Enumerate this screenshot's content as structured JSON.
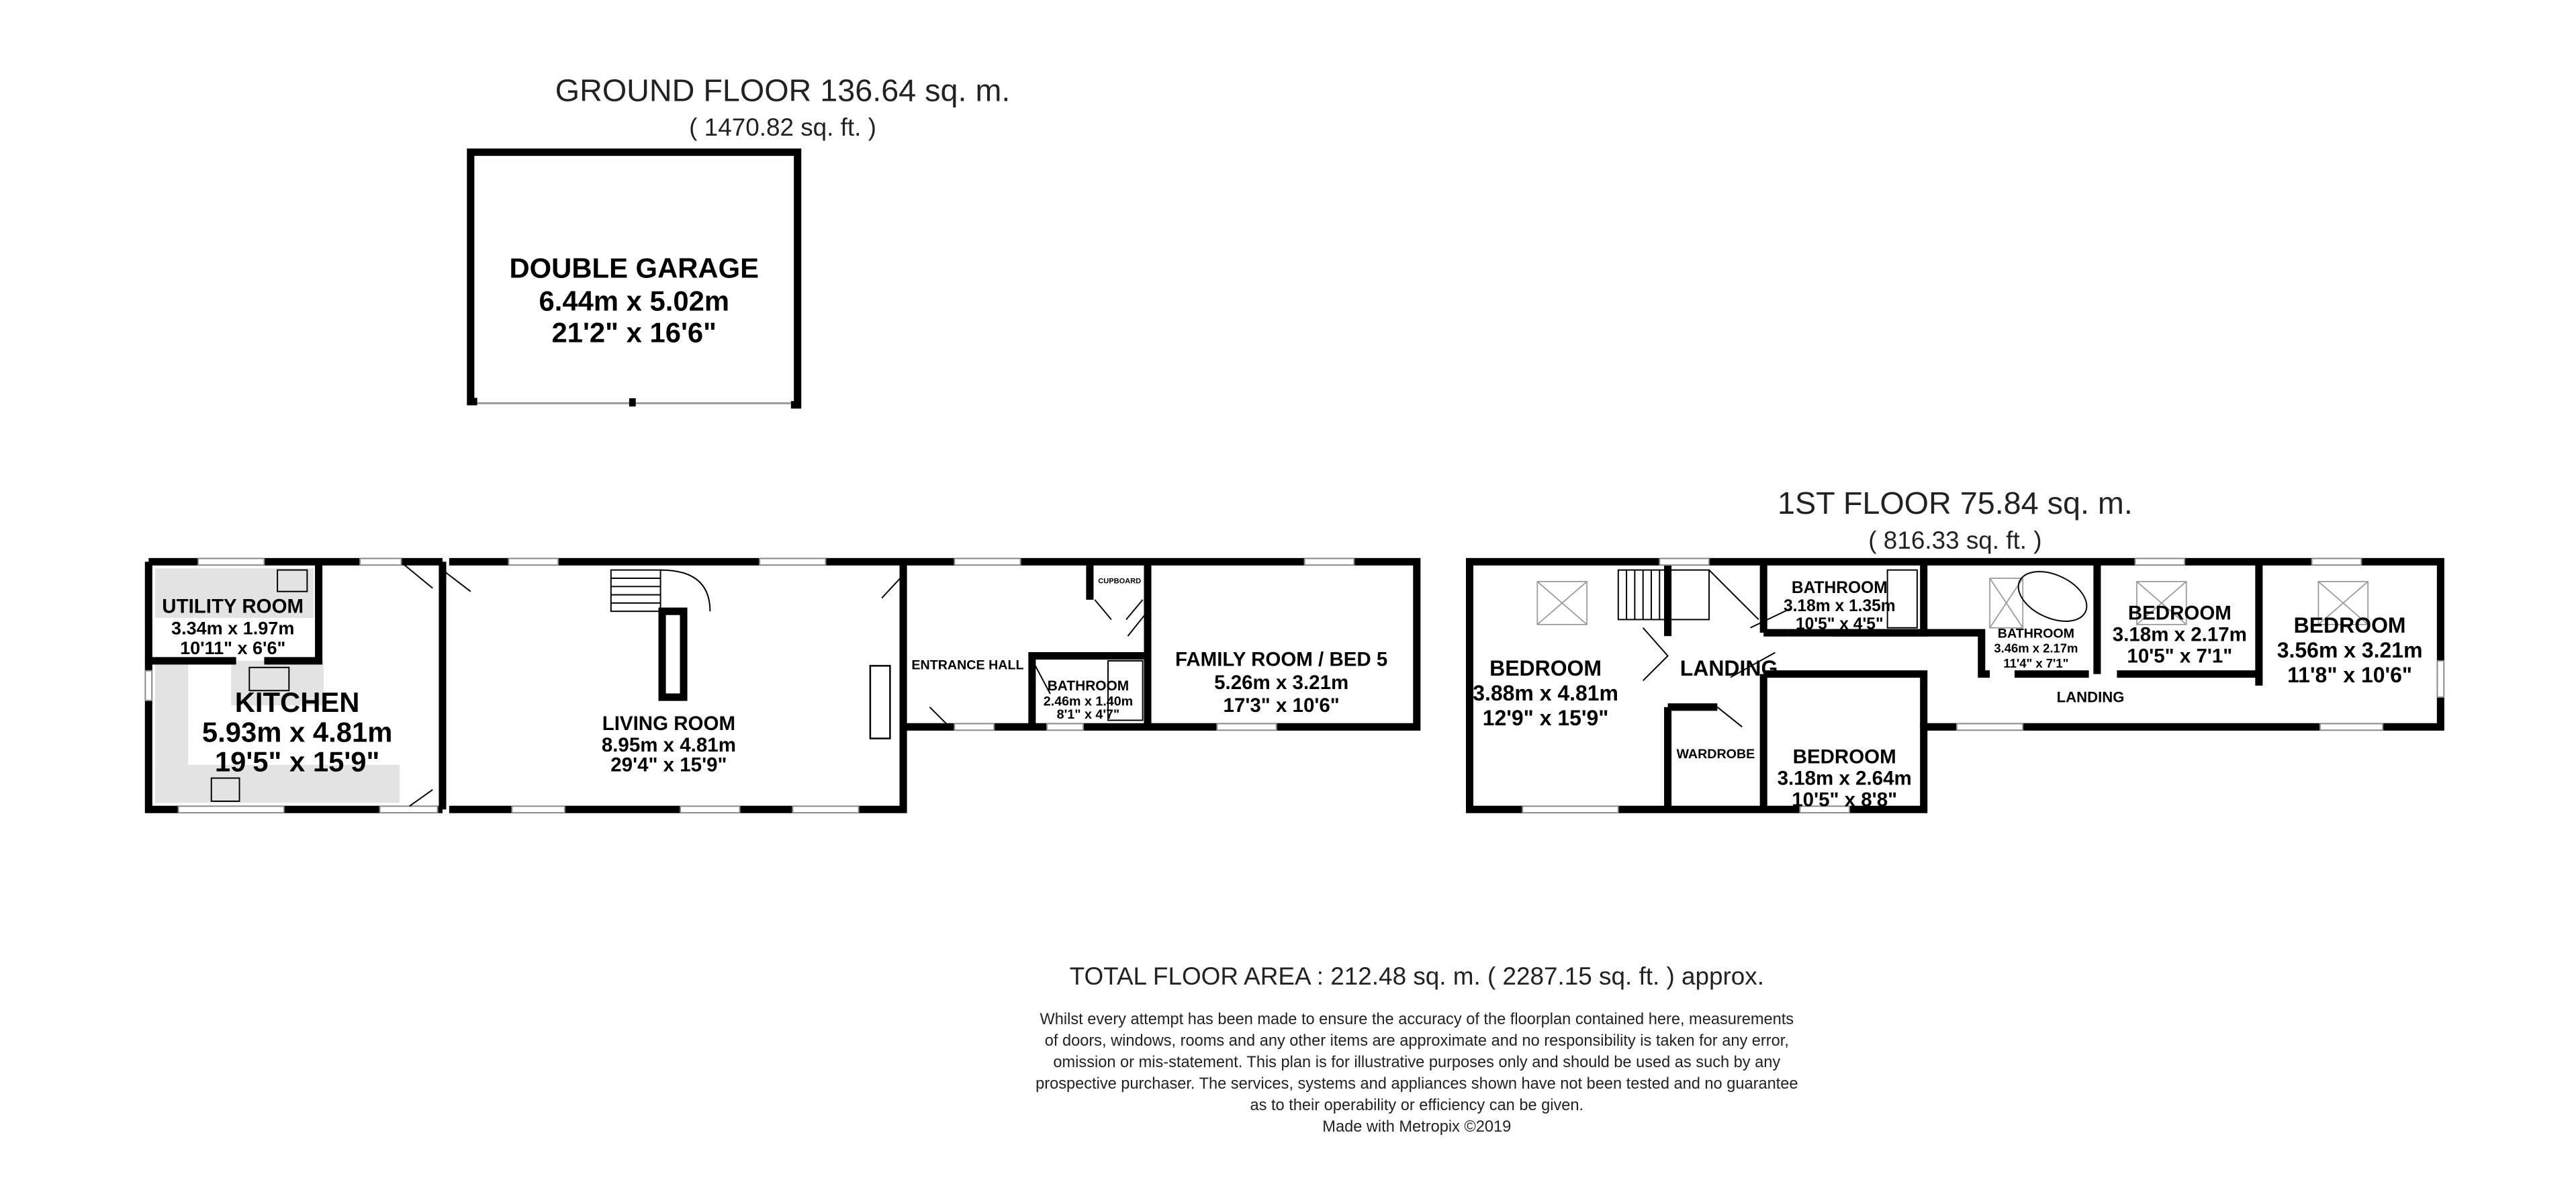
{
  "ground_floor": {
    "title": "GROUND FLOOR 136.64 sq. m.",
    "subtitle": "( 1470.82 sq. ft. )",
    "rooms": [
      {
        "name": "DOUBLE GARAGE",
        "metric": "6.44m x 5.02m",
        "imperial": "21'2\" x 16'6\""
      },
      {
        "name": "UTILITY ROOM",
        "metric": "3.34m x 1.97m",
        "imperial": "10'11\" x 6'6\""
      },
      {
        "name": "KITCHEN",
        "metric": "5.93m x 4.81m",
        "imperial": "19'5\" x 15'9\""
      },
      {
        "name": "LIVING ROOM",
        "metric": "8.95m x 4.81m",
        "imperial": "29'4\" x 15'9\""
      },
      {
        "name": "ENTRANCE HALL"
      },
      {
        "name": "CUPBOARD"
      },
      {
        "name": "BATHROOM",
        "metric": "2.46m x 1.40m",
        "imperial": "8'1\" x 4'7\""
      },
      {
        "name": "FAMILY ROOM / BED 5",
        "metric": "5.26m x 3.21m",
        "imperial": "17'3\" x 10'6\""
      }
    ]
  },
  "first_floor": {
    "title": "1ST FLOOR 75.84 sq. m.",
    "subtitle": "( 816.33 sq. ft. )",
    "rooms": [
      {
        "name": "BEDROOM",
        "metric": "3.88m x 4.81m",
        "imperial": "12'9\" x 15'9\""
      },
      {
        "name": "LANDING"
      },
      {
        "name": "WARDROBE"
      },
      {
        "name": "BEDROOM",
        "metric": "3.18m x 2.64m",
        "imperial": "10'5\" x 8'8\""
      },
      {
        "name": "BATHROOM",
        "metric": "3.18m x 1.35m",
        "imperial": "10'5\" x 4'5\""
      },
      {
        "name": "BATHROOM",
        "metric": "3.46m x 2.17m",
        "imperial": "11'4\" x 7'1\""
      },
      {
        "name": "LANDING"
      },
      {
        "name": "BEDROOM",
        "metric": "3.18m x 2.17m",
        "imperial": "10'5\" x 7'1\""
      },
      {
        "name": "BEDROOM",
        "metric": "3.56m x 3.21m",
        "imperial": "11'8\" x 10'6\""
      }
    ]
  },
  "footer": {
    "total": "TOTAL FLOOR AREA : 212.48 sq. m. ( 2287.15 sq. ft. ) approx.",
    "disclaimer": [
      "Whilst every attempt has been made to ensure the accuracy of the floorplan contained here, measurements",
      "of doors, windows, rooms and any other items are approximate and no responsibility is taken for any error,",
      "omission or mis-statement. This plan is for illustrative purposes only and should be used as such by any",
      "prospective purchaser. The services, systems and appliances shown have not been tested and no guarantee",
      "as to their operability or efficiency can be given."
    ],
    "credit": "Made with Metropix ©2019"
  }
}
